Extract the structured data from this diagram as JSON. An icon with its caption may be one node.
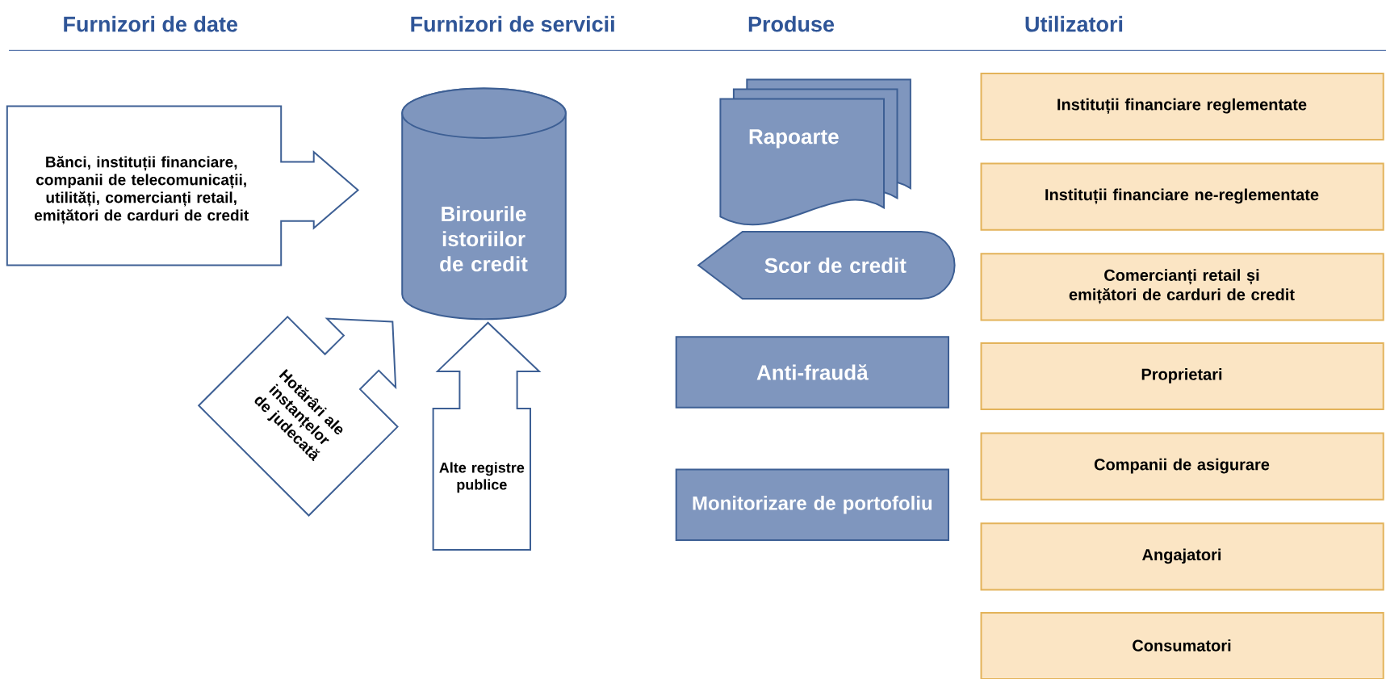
{
  "diagram": {
    "nodes": [
      {
        "text": [
          "Bănci, instituții financiare, companii de telecomunicații, utilități, comercianți retail, emițători de carduri de credit"
        ]
      },
      {
        "text": [
          "Birourile istoriilor de credit"
        ]
      },
      {
        "text": [
          "Hotărâri ale instanțelor de judecată"
        ]
      },
      {
        "text": [
          "Alte registre publice"
        ]
      },
      {
        "text": [
          "Rapoarte"
        ]
      },
      {
        "text": [
          "Scor de credit"
        ]
      },
      {
        "text": [
          "Anti-fraudă"
        ]
      },
      {
        "text": [
          "Monitorizare de portofoliu"
        ]
      },
      {
        "text": [
          "Instituții financiare reglementate"
        ]
      },
      {
        "text": [
          "Instituții financiare ne-reglementate"
        ]
      },
      {
        "text": [
          "Comercianți retail și emițători de carduri de credit"
        ]
      },
      {
        "text": [
          "Proprietari"
        ]
      },
      {
        "text": [
          "Companii de asigurare"
        ]
      },
      {
        "text": [
          "Angajatori"
        ]
      },
      {
        "text": [
          "Consumatori"
        ]
      }
    ],
    "labels": [
      "Furnizori de date",
      "Furnizori de servicii",
      "Produse",
      "Utilizatori"
    ]
  }
}
